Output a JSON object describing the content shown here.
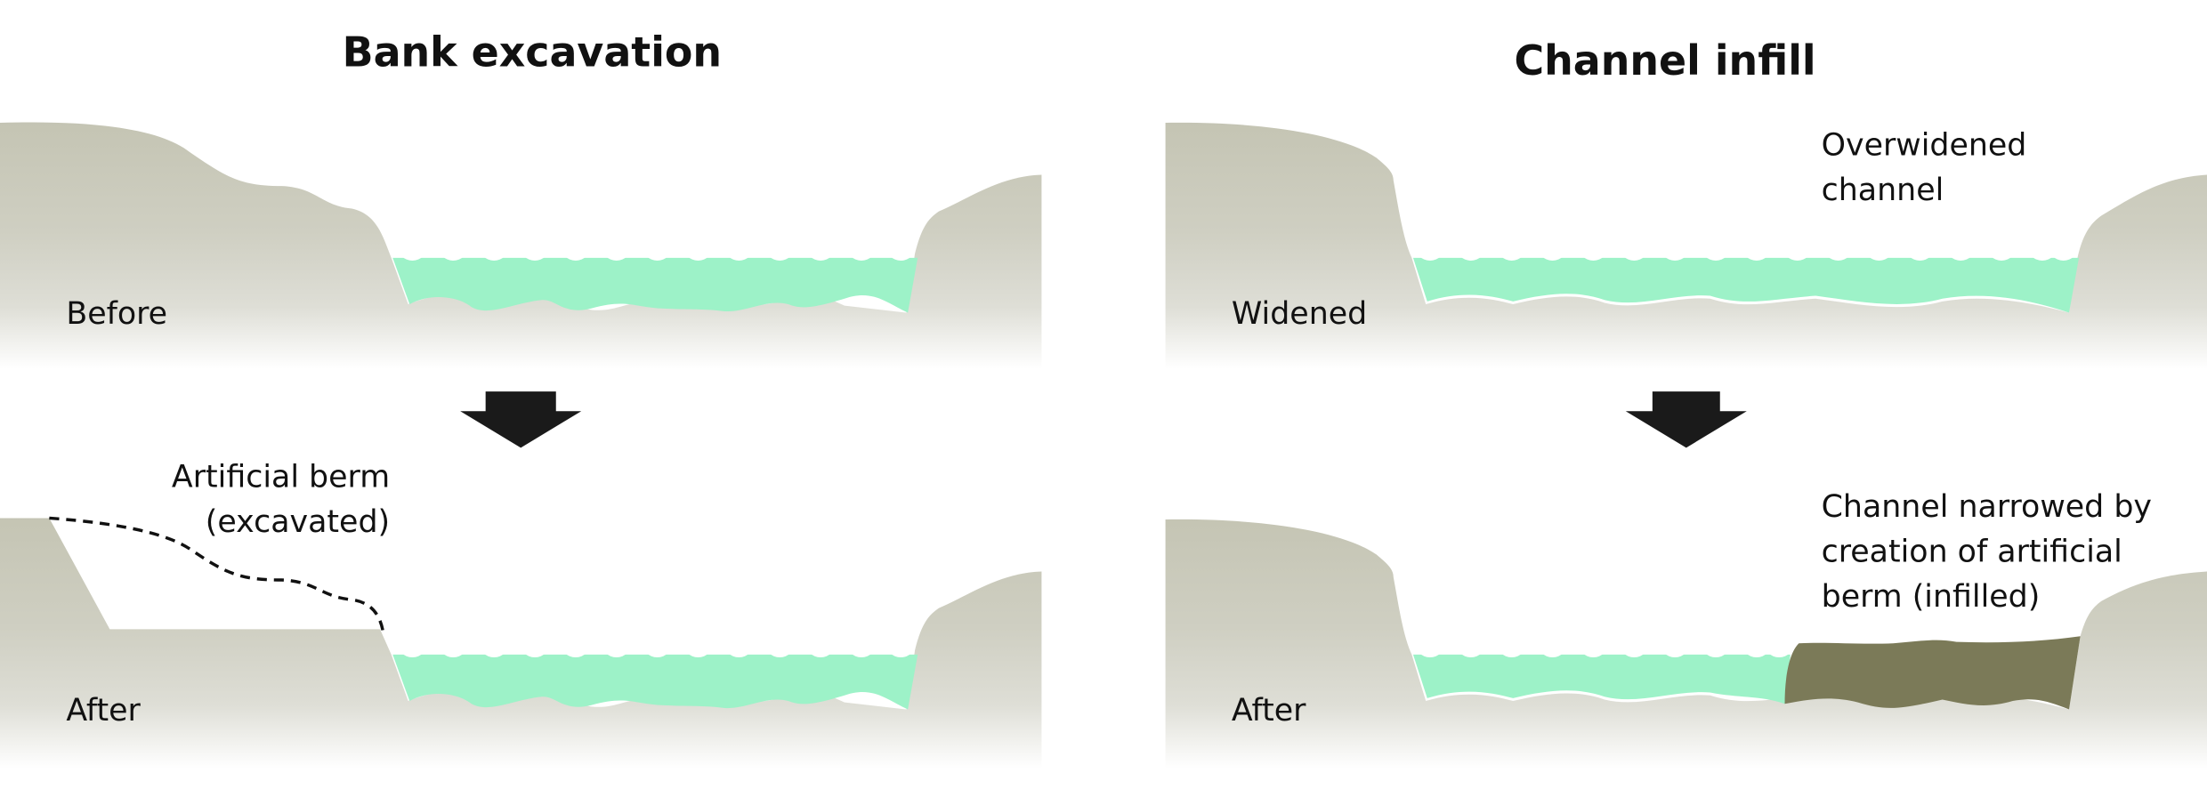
{
  "panels": {
    "left": {
      "title": "Bank excavation",
      "before_label": "Before",
      "after_label": "After",
      "annotation": [
        "Artificial berm",
        "(excavated)"
      ]
    },
    "right": {
      "title": "Channel infill",
      "before_label": "Widened",
      "before_annotation": [
        "Overwidened",
        "channel"
      ],
      "after_label": "After",
      "after_annotation": [
        "Channel narrowed by",
        "creation of artificial",
        "berm (infilled)"
      ]
    }
  },
  "colors": {
    "land": "#c4c4b3",
    "water": "#9df2c8",
    "berm_fill": "#7b7a58",
    "arrow": "#1a1a1a"
  }
}
